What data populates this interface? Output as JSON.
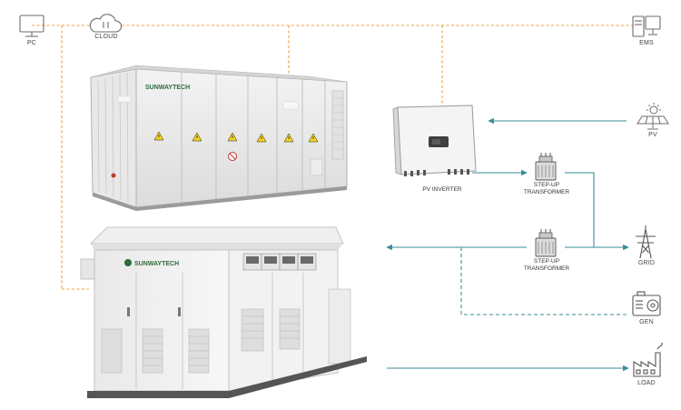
{
  "nodes": {
    "pc": "PC",
    "cloud": "CLOUD",
    "ems": "EMS",
    "pv": "PV",
    "grid": "GRID",
    "gen": "GEN",
    "load": "LOAD"
  },
  "devices": {
    "pv_inverter": "PV INVERTER",
    "transformer_top_line1": "STEP-UP",
    "transformer_top_line2": "TRANSFORMER",
    "transformer_bottom_line1": "STEP-UP",
    "transformer_bottom_line2": "TRANSFORMER"
  },
  "branding": {
    "container_logo": "SUNWAYTECH",
    "substation_logo": "SUNWAYTECH"
  },
  "colors": {
    "signal_line": "#f0a040",
    "power_line": "#3a8d97",
    "icon_stroke": "#6d6d6d",
    "brand_green": "#2d6b3a",
    "warning_yellow": "#f4d21e"
  }
}
